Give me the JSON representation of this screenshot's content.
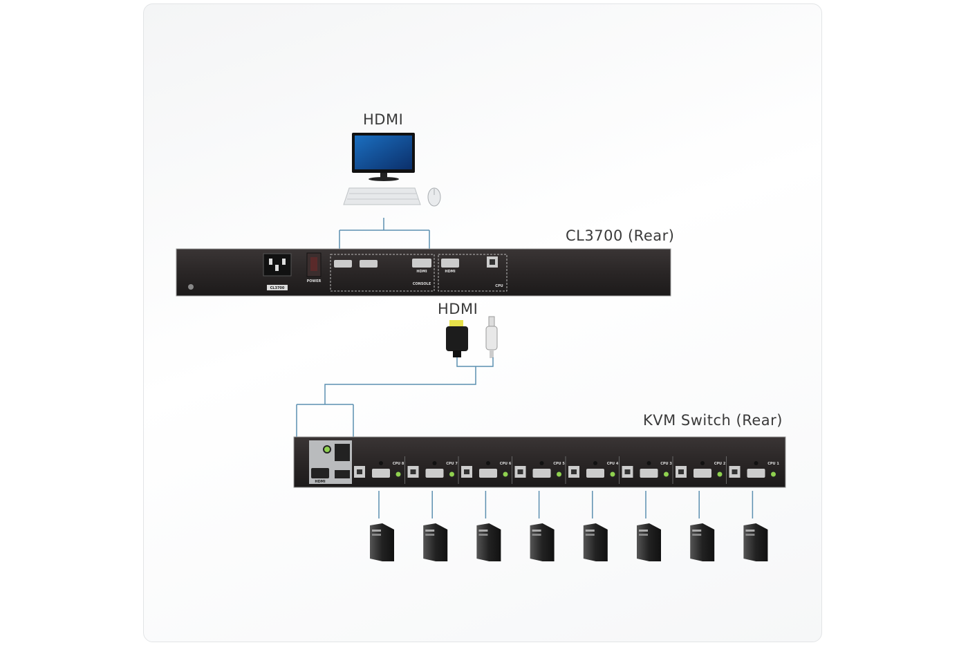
{
  "labels": {
    "console_hdmi": "HDMI",
    "cl3700": "CL3700 (Rear)",
    "cable_hdmi": "HDMI",
    "kvm": "KVM Switch (Rear)"
  },
  "cl3700_panel": {
    "model": "CL3700",
    "power": "POWER",
    "console": "CONSOLE",
    "console_hdmi": "HDMI",
    "cpu_hdmi": "HDMI",
    "cpu": "CPU"
  },
  "kvm_panel": {
    "ports": [
      "CPU 8",
      "CPU 7",
      "CPU 6",
      "CPU 5",
      "CPU 4",
      "CPU 3",
      "CPU 2",
      "CPU 1"
    ],
    "hdmi": "HDMI"
  },
  "colors": {
    "connector_line": "#5b8fb0",
    "panel": "#2e2a2a",
    "audio_jack": "#8fd14f"
  }
}
